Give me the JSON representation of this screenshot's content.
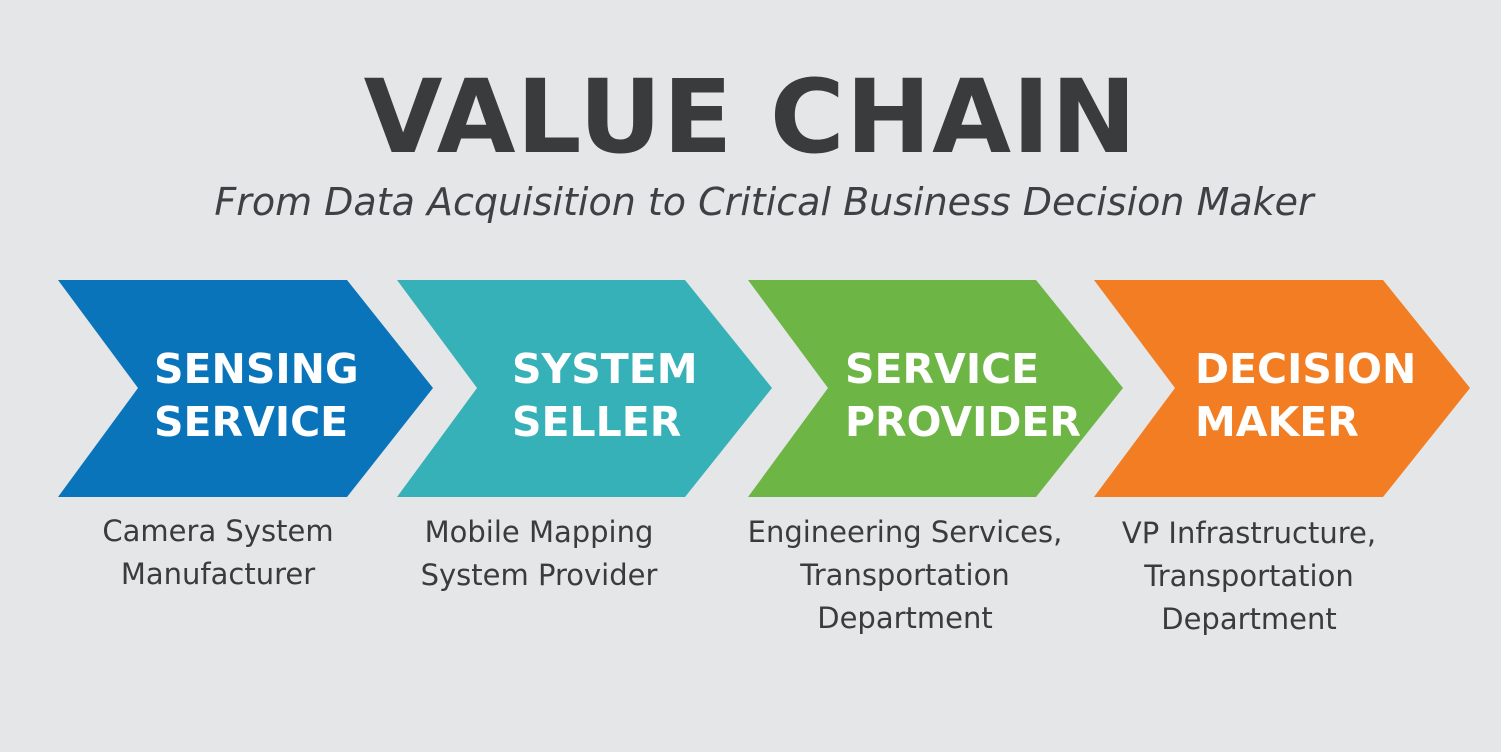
{
  "title": "VALUE CHAIN",
  "subtitle": "From Data Acquisition to Critical Business Decision Maker",
  "stages": [
    {
      "line1": "SENSING",
      "line2": "SERVICE",
      "color": "#0a74bb",
      "desc1": "Camera System",
      "desc2": "Manufacturer",
      "desc3": ""
    },
    {
      "line1": "SYSTEM",
      "line2": "SELLER",
      "color": "#37b1b8",
      "desc1": "Mobile Mapping",
      "desc2": "System Provider",
      "desc3": ""
    },
    {
      "line1": "SERVICE",
      "line2": "PROVIDER",
      "color": "#6db545",
      "desc1": "Engineering Services,",
      "desc2": "Transportation",
      "desc3": "Department"
    },
    {
      "line1": "DECISION",
      "line2": "MAKER",
      "color": "#f27d22",
      "desc1": "VP Infrastructure,",
      "desc2": "Transportation",
      "desc3": "Department"
    }
  ]
}
